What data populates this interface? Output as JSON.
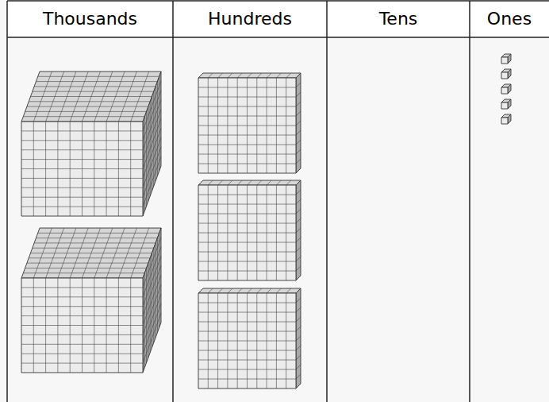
{
  "diagram": {
    "labels": [
      "Thousands",
      "Hundreds",
      "Tens",
      "Ones"
    ]
  }
}
